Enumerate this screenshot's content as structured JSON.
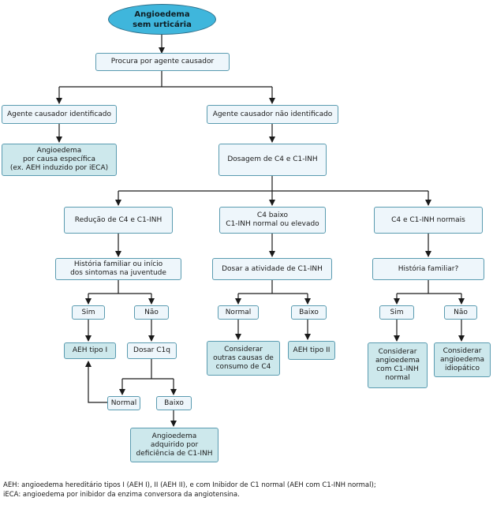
{
  "start": "Angioedema\nsem urticária",
  "search": "Procura por agente causador",
  "identified": "Agente causador identificado",
  "not_identified": "Agente causador não identificado",
  "specific_cause": "Angioedema\npor causa específica\n(ex. AEH induzido por iECA)",
  "dosage": "Dosagem de C4 e C1-INH",
  "branch_reduced": {
    "title": "Redução de C4 e C1-INH",
    "question": "História familiar ou início\ndos sintomas na juventude",
    "yes": "Sim",
    "no": "Não",
    "result_yes": "AEH tipo I",
    "dose_c1q": "Dosar C1q",
    "normal": "Normal",
    "low": "Baixo",
    "result_low": "Angioedema\nadquirido por\ndeficiência de C1-INH"
  },
  "branch_low_c4": {
    "title": "C4 baixo\nC1-INH normal ou elevado",
    "activity": "Dosar a atividade de C1-INH",
    "normal": "Normal",
    "low": "Baixo",
    "result_normal": "Considerar\noutras causas de\nconsumo de C4",
    "result_low": "AEH tipo II"
  },
  "branch_normal": {
    "title": "C4 e C1-INH normais",
    "question": "História familiar?",
    "yes": "Sim",
    "no": "Não",
    "result_yes": "Considerar\nangioedema\ncom C1-INH\nnormal",
    "result_no": "Considerar\nangioedema\nidiopático"
  },
  "footnotes": [
    "AEH: angioedema hereditário tipos I (AEH I), II (AEH II), e com Inibidor de C1 normal (AEH com C1-INH normal);",
    "iECA: angioedema por inibidor da enzima conversora da angiotensina."
  ],
  "colors": {
    "start_fill": "#3fb6dc",
    "box_fill": "#eef6fb",
    "result_fill": "#cde8ec",
    "border": "#5a9bb0",
    "line": "#1a1a1a"
  }
}
